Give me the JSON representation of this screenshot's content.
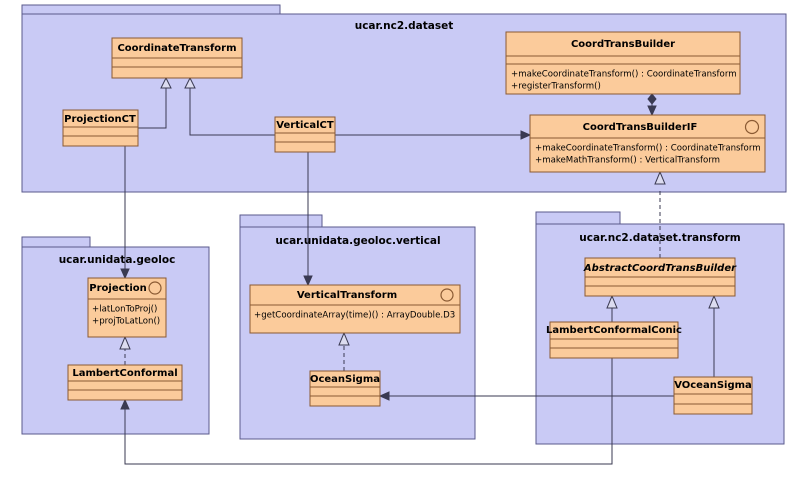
{
  "diagram": {
    "type": "uml-class-diagram",
    "colors": {
      "package_fill": "#c9caf5",
      "package_stroke": "#5a5a8c",
      "class_fill": "#fbcb9b",
      "class_stroke": "#8a5a33",
      "link": "#3a3a52",
      "background": "#ffffff"
    }
  },
  "packages": {
    "dataset": {
      "label": "ucar.nc2.dataset"
    },
    "geoloc": {
      "label": "ucar.unidata.geoloc"
    },
    "vertical": {
      "label": "ucar.unidata.geoloc.vertical"
    },
    "transform": {
      "label": "ucar.nc2.dataset.transform"
    }
  },
  "classes": {
    "coordinate_transform": {
      "name": "CoordinateTransform",
      "stereotype": "class",
      "members": []
    },
    "projection_ct": {
      "name": "ProjectionCT",
      "stereotype": "class",
      "members": []
    },
    "vertical_ct": {
      "name": "VerticalCT",
      "stereotype": "class",
      "members": []
    },
    "coord_trans_builder": {
      "name": "CoordTransBuilder",
      "stereotype": "class",
      "members": [
        "+makeCoordinateTransform() : CoordinateTransform",
        "+registerTransform()"
      ]
    },
    "coord_trans_builder_if": {
      "name": "CoordTransBuilderIF",
      "stereotype": "interface",
      "members": [
        "+makeCoordinateTransform() : CoordinateTransform",
        "+makeMathTransform() : VerticalTransform"
      ]
    },
    "projection": {
      "name": "Projection",
      "stereotype": "interface",
      "members": [
        "+latLonToProj()",
        "+projToLatLon()"
      ]
    },
    "lambert_conformal": {
      "name": "LambertConformal",
      "stereotype": "class",
      "members": []
    },
    "vertical_transform": {
      "name": "VerticalTransform",
      "stereotype": "interface",
      "members": [
        "+getCoordinateArray(time)() : ArrayDouble.D3"
      ]
    },
    "ocean_sigma": {
      "name": "OceanSigma",
      "stereotype": "class",
      "members": []
    },
    "abstract_coord_trans_builder": {
      "name": "AbstractCoordTransBuilder",
      "stereotype": "abstract-class",
      "members": []
    },
    "lambert_conformal_conic": {
      "name": "LambertConformalConic",
      "stereotype": "class",
      "members": []
    },
    "vocean_sigma": {
      "name": "VOceanSigma",
      "stereotype": "class",
      "members": []
    }
  }
}
